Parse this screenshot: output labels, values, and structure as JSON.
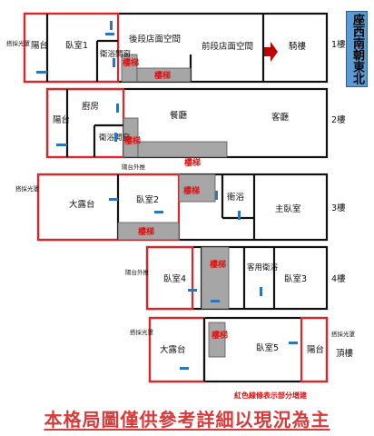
{
  "floors": [
    {
      "label": "1樓",
      "rooms": [
        "陽台",
        "臥室1",
        "衛浴開窗",
        "樓梯",
        "樓梯",
        "後段店面空間",
        "前段店面空間",
        "騎樓"
      ],
      "side_notes": [
        "搭採光罩"
      ]
    },
    {
      "label": "2樓",
      "rooms": [
        "陽台",
        "廚房",
        "衛浴開窗",
        "樓梯",
        "餐廳",
        "客廳",
        "樓梯"
      ],
      "side_notes": [
        "陽台外推"
      ]
    },
    {
      "label": "3樓",
      "rooms": [
        "大露台",
        "臥室2",
        "樓梯",
        "衛浴",
        "主臥室",
        "樓梯"
      ],
      "side_notes": [
        "搭採光罩"
      ]
    },
    {
      "label": "4樓",
      "rooms": [
        "臥室4",
        "樓梯",
        "客用衛浴",
        "臥室3"
      ],
      "side_notes": [
        "陽台外推"
      ]
    },
    {
      "label": "頂樓",
      "rooms": [
        "大露台",
        "樓梯",
        "臥室5",
        "陽台"
      ],
      "side_notes": [
        "搭採光罩",
        "搭採光罩"
      ]
    }
  ],
  "orientation": "座西南朝東北",
  "red_line_note": "紅色線條表示部分增建",
  "disclaimer": "本格局圖僅供參考詳細以現況為主",
  "colors": {
    "addition_red": "#e0242a",
    "wall_black": "#111111",
    "stair_gray": "#a6a6a6",
    "door_blue": "#2e75b6",
    "entry_arrow_red": "#c00000",
    "orientation_bg": "#5b9bd5",
    "disclaimer_red": "#d83a3a"
  }
}
